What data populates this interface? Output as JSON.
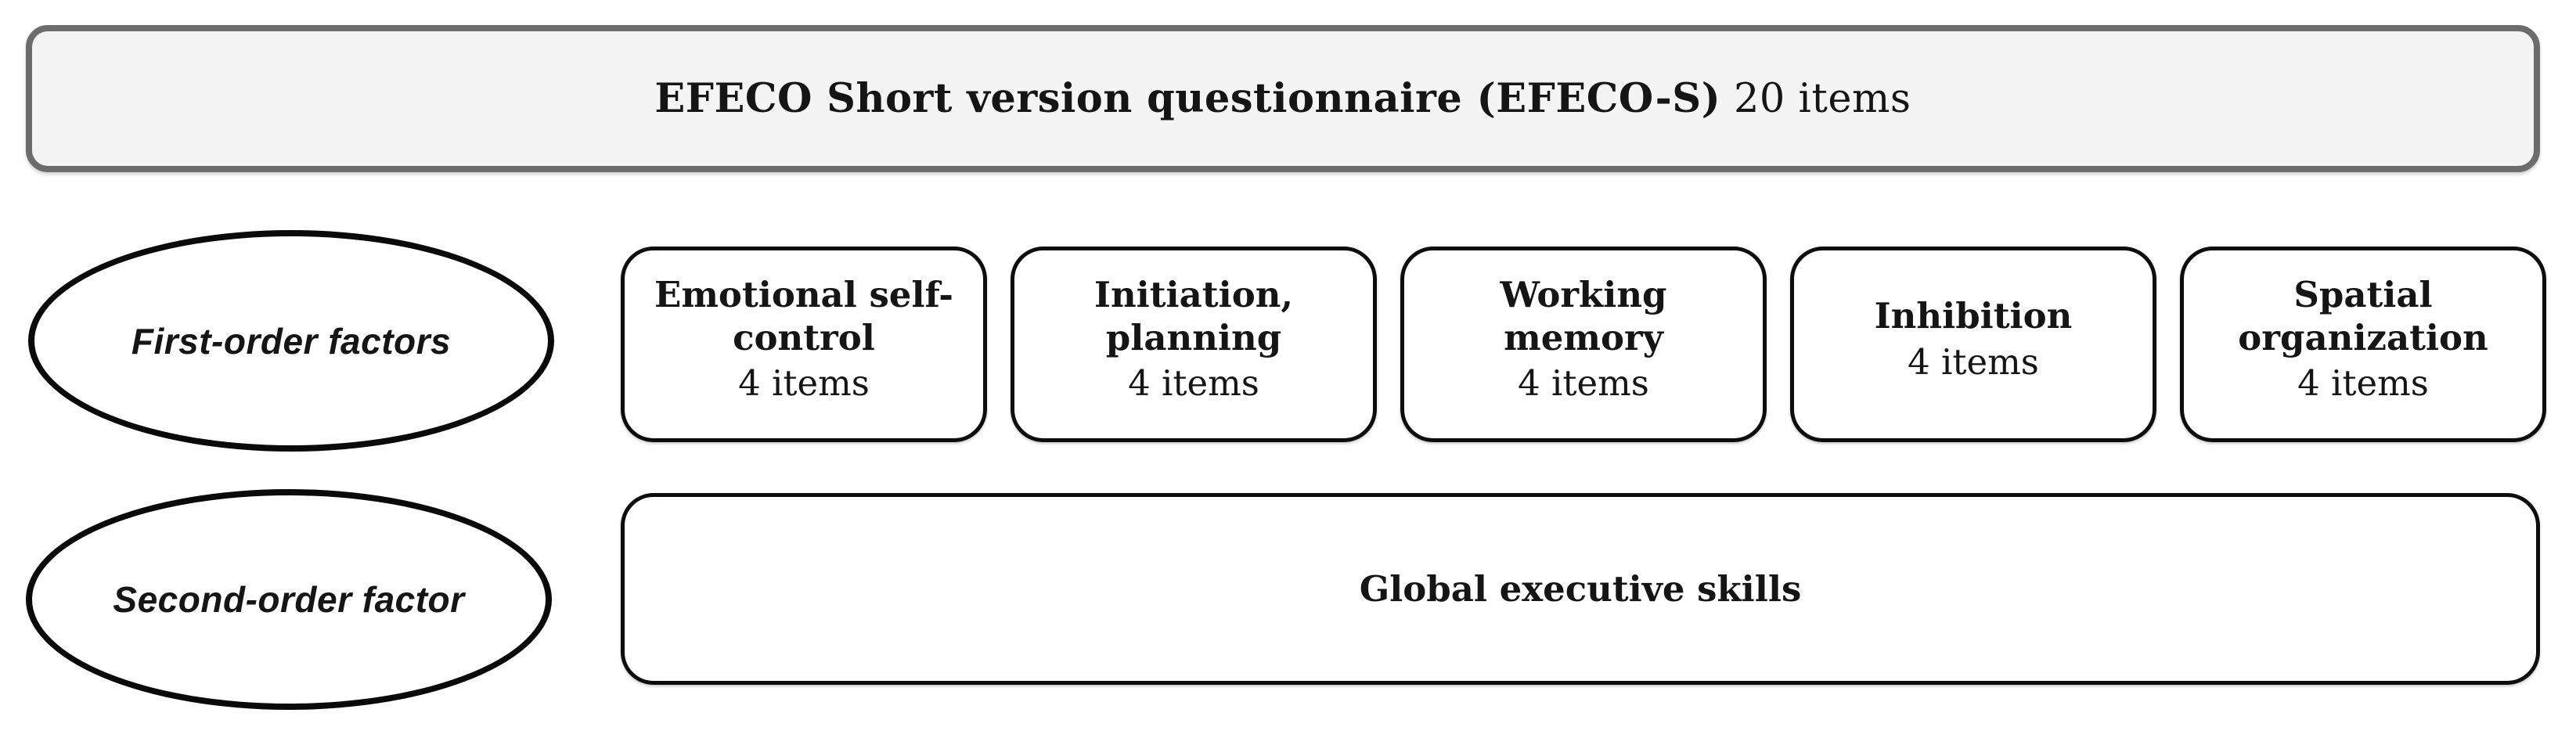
{
  "header": {
    "title_bold": "EFECO Short version questionnaire (EFECO-S)",
    "title_suffix": " 20 items"
  },
  "first_order": {
    "label": "First-order factors",
    "factors": [
      {
        "name": "Emotional self-control",
        "items": "4 items"
      },
      {
        "name": "Initiation, planning",
        "items": "4 items"
      },
      {
        "name": "Working memory",
        "items": "4 items"
      },
      {
        "name": "Inhibition",
        "items": "4 items"
      },
      {
        "name": "Spatial organization",
        "items": "4 items"
      }
    ]
  },
  "second_order": {
    "label": "Second-order factor",
    "factor": "Global executive skills"
  },
  "colors": {
    "header_fill": "#f4f4f4",
    "header_border": "#6c6c6c",
    "shape_border": "#0d0d0d",
    "shape_fill": "#ffffff",
    "text": "#151515"
  }
}
